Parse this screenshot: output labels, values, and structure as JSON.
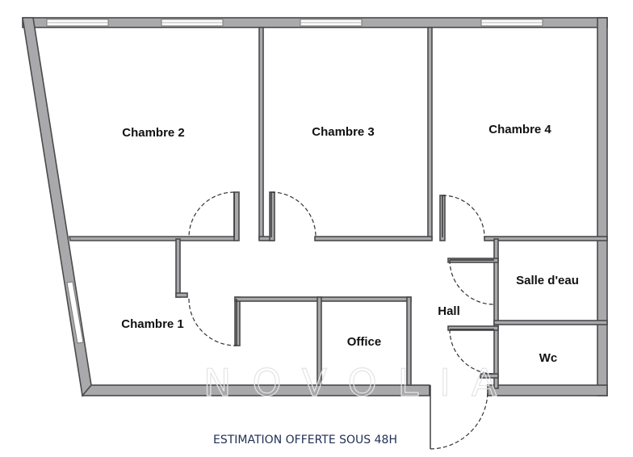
{
  "plan": {
    "rooms": [
      {
        "id": "chambre-2",
        "label": "Chambre 2"
      },
      {
        "id": "chambre-3",
        "label": "Chambre 3"
      },
      {
        "id": "chambre-4",
        "label": "Chambre 4"
      },
      {
        "id": "salle-deau",
        "label": "Salle d'eau"
      },
      {
        "id": "chambre-1",
        "label": "Chambre 1"
      },
      {
        "id": "hall",
        "label": "Hall"
      },
      {
        "id": "office",
        "label": "Office"
      },
      {
        "id": "wc",
        "label": "Wc"
      }
    ],
    "watermark": "NOVOLIA",
    "footer": "ESTIMATION OFFERTE SOUS 48H",
    "colors": {
      "wall_fill": "#a9a9ab",
      "wall_stroke": "#4a4a4c",
      "footer_text": "#1f2f55"
    }
  }
}
